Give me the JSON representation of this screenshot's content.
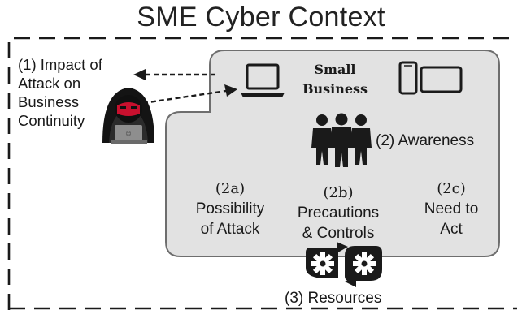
{
  "title": "SME Cyber Context",
  "impact": {
    "label_lines": [
      "(1) Impact of",
      "Attack on",
      "Business",
      "Continuity"
    ]
  },
  "small_business": {
    "label_lines": [
      "Small",
      "Business"
    ]
  },
  "awareness": {
    "label": "(2) Awareness"
  },
  "columns": [
    {
      "num": "(2a)",
      "lines": [
        "Possibility",
        "of Attack"
      ]
    },
    {
      "num": "(2b)",
      "lines": [
        "Precautions",
        "& Controls"
      ]
    },
    {
      "num": "(2c)",
      "lines": [
        "Need to",
        "Act"
      ]
    }
  ],
  "resources": {
    "label": "(3) Resources"
  },
  "icons": [
    "hacker-icon",
    "laptop-icon",
    "phone-icon",
    "tablet-icon",
    "people-icon",
    "gears-cycle-icon"
  ],
  "colors": {
    "panel_fill": "#e2e2e2",
    "panel_stroke": "#6e6e6e",
    "hacker_mask": "#c8102e",
    "ink": "#1a1a1a"
  }
}
